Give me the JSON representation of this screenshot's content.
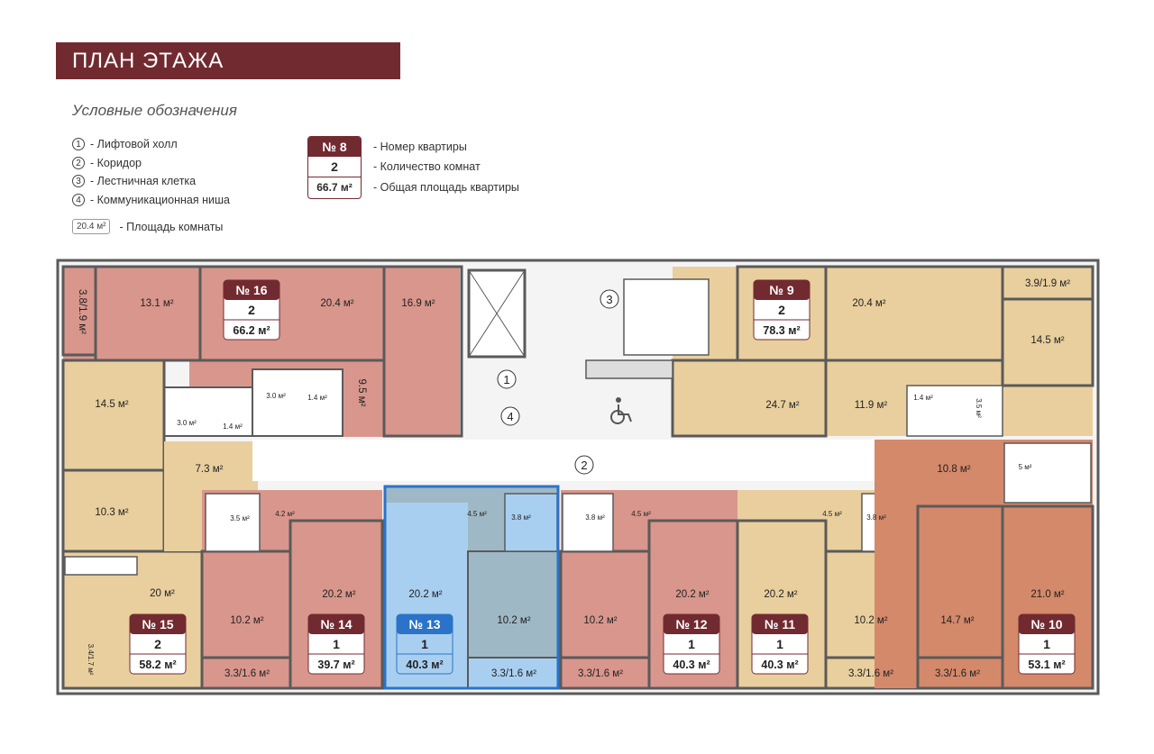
{
  "title": "ПЛАН ЭТАЖА",
  "legend": {
    "heading": "Условные обозначения",
    "items": [
      {
        "num": "1",
        "text": "- Лифтовой холл"
      },
      {
        "num": "2",
        "text": "- Коридор"
      },
      {
        "num": "3",
        "text": "- Лестничная клетка"
      },
      {
        "num": "4",
        "text": "- Коммуникационная ниша"
      }
    ],
    "room_area_sample": "20.4 м²",
    "room_area_text": "- Площадь комнаты",
    "card_sample": {
      "number": "№ 8",
      "rooms": "2",
      "area": "66.7 м²"
    },
    "card_desc": [
      "- Номер квартиры",
      "- Количество комнат",
      "- Общая площадь квартиры"
    ]
  },
  "colors": {
    "accent": "#722a31",
    "red_apt": "#d9968c",
    "beige_apt": "#e9cf9e",
    "orange_apt": "#d4896a",
    "selected_fill": "#9fb8c6",
    "selected_border": "#2a73c8",
    "wall": "#5a5a5a"
  },
  "markers": {
    "m1": "1",
    "m2": "2",
    "m3": "3",
    "m4": "4"
  },
  "apartments": [
    {
      "id": "16",
      "number": "№ 16",
      "rooms": "2",
      "area": "66.2 м²"
    },
    {
      "id": "9",
      "number": "№ 9",
      "rooms": "2",
      "area": "78.3 м²"
    },
    {
      "id": "15",
      "number": "№ 15",
      "rooms": "2",
      "area": "58.2 м²"
    },
    {
      "id": "14",
      "number": "№ 14",
      "rooms": "1",
      "area": "39.7 м²"
    },
    {
      "id": "13",
      "number": "№ 13",
      "rooms": "1",
      "area": "40.3 м²"
    },
    {
      "id": "12",
      "number": "№ 12",
      "rooms": "1",
      "area": "40.3 м²"
    },
    {
      "id": "11",
      "number": "№ 11",
      "rooms": "1",
      "area": "40.3 м²"
    },
    {
      "id": "10",
      "number": "№ 10",
      "rooms": "1",
      "area": "53.1 м²"
    }
  ],
  "rooms": [
    "3.8/1.9 м²",
    "13.1 м²",
    "20.4 м²",
    "16.9 м²",
    "14.5 м²",
    "3.0 м²",
    "1.4 м²",
    "9.5 м²",
    "3.0 м²",
    "1.4 м²",
    "7.3 м²",
    "10.3 м²",
    "20 м²",
    "3.4/1.7 м²",
    "3.5 м²",
    "4.2 м²",
    "20.2 м²",
    "10.2 м²",
    "3.3/1.6 м²",
    "4.5 м²",
    "3.8 м²",
    "20.2 м²",
    "10.2 м²",
    "3.3/1.6 м²",
    "3.8 м²",
    "4.5 м²",
    "10.2 м²",
    "20.2 м²",
    "3.3/1.6 м²",
    "4.5 м²",
    "3.8 м²",
    "20.2 м²",
    "10.2 м²",
    "3.3/1.6 м²",
    "10.8 м²",
    "5 м²",
    "14.7 м²",
    "21.0 м²",
    "3.3/1.6 м²",
    "20.4 м²",
    "3.9/1.9 м²",
    "14.5 м²",
    "24.7 м²",
    "11.9 м²",
    "1.4 м²",
    "3.5 м²"
  ]
}
